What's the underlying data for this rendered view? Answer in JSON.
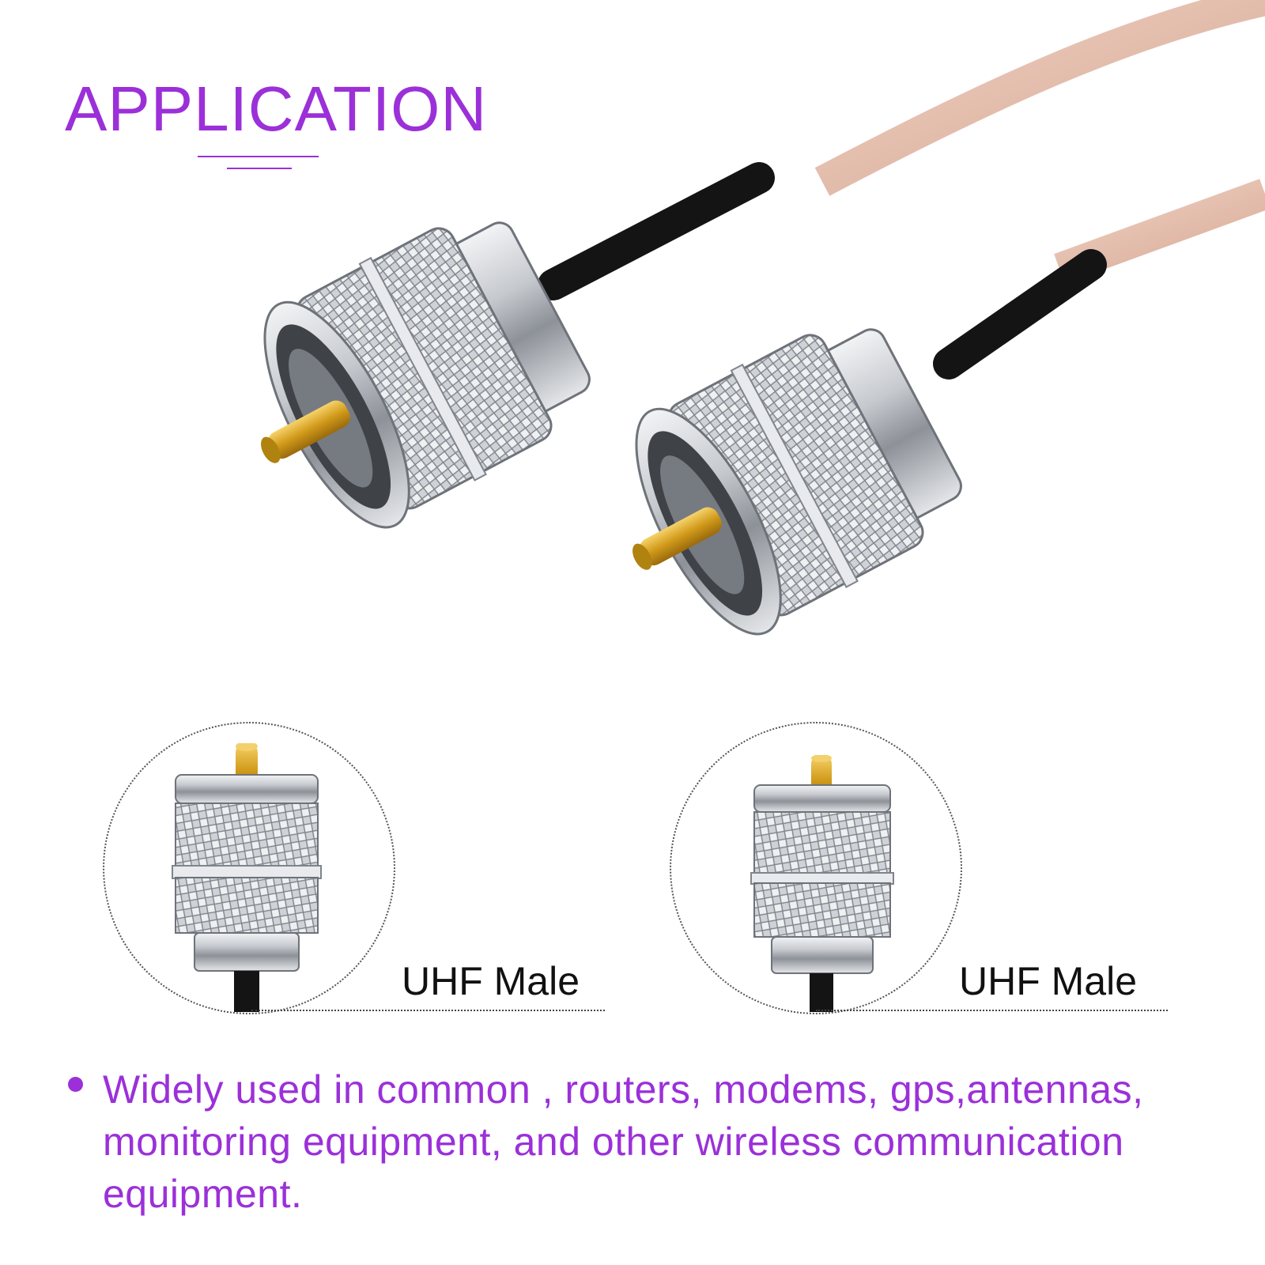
{
  "header": {
    "title": "APPLICATION"
  },
  "hero": {
    "subject": "two UHF male connectors on RG316 cable"
  },
  "details": [
    {
      "label": "UHF Male"
    },
    {
      "label": "UHF Male"
    }
  ],
  "description": {
    "text": "Widely used in common , routers, modems,  gps,antennas,\nmonitoring equipment, and other wireless communication\nequipment."
  },
  "colors": {
    "accent": "#9b30d9",
    "cable_jacket": "#e8c4b4",
    "heatshrink": "#111111",
    "metal": "#c9ccd1",
    "pin": "#d9a520"
  }
}
